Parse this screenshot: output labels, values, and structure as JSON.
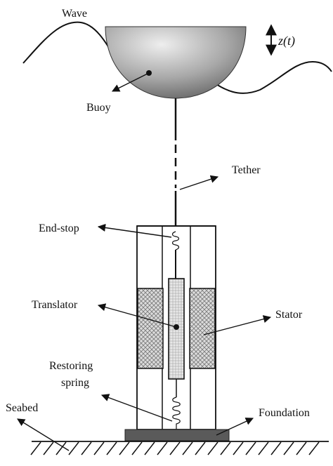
{
  "labels": {
    "wave": "Wave",
    "buoy": "Buoy",
    "motion": "z(t)",
    "tether": "Tether",
    "end_stop": "End-stop",
    "translator": "Translator",
    "stator": "Stator",
    "restoring_spring_line1": "Restoring",
    "restoring_spring_line2": "spring",
    "seabed": "Seabed",
    "foundation": "Foundation"
  },
  "colors": {
    "line": "#111111",
    "buoy_light": "#e6e6e6",
    "buoy_dark": "#6e6e6e",
    "stator_fill": "#d9d9d9",
    "foundation": "#5a5a5a"
  }
}
